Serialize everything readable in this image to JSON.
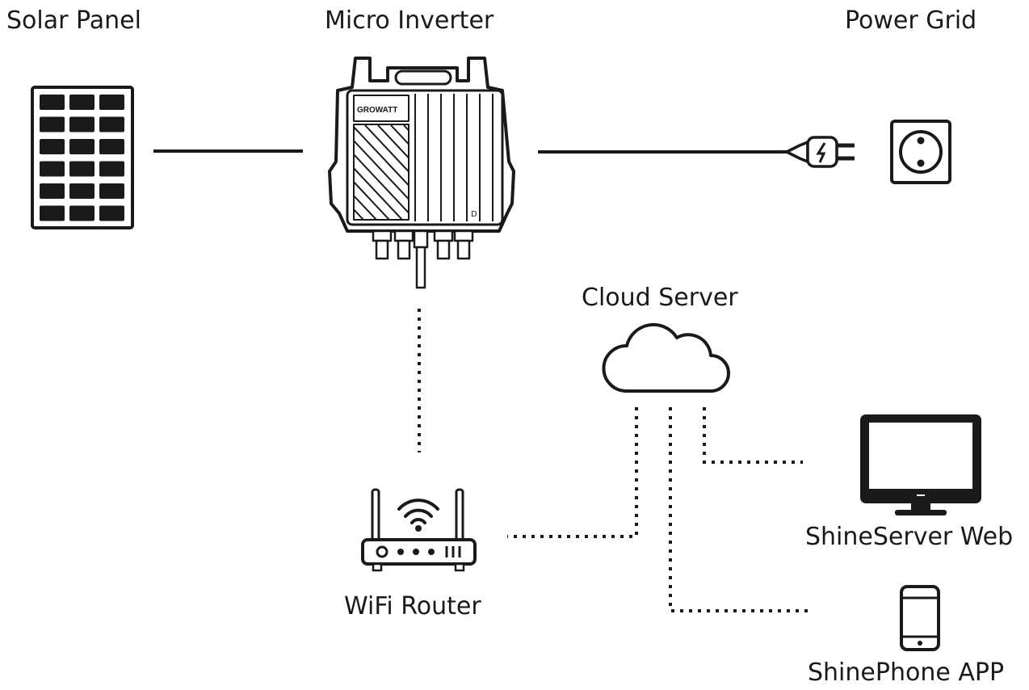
{
  "labels": {
    "solar_panel": "Solar Panel",
    "micro_inverter": "Micro Inverter",
    "power_grid": "Power Grid",
    "cloud_server": "Cloud Server",
    "shineserver_web": "ShineServer Web",
    "wifi_router": "WiFi Router",
    "shinephone_app": "ShinePhone APP"
  },
  "inverter_brand": "GROWATT",
  "colors": {
    "ink": "#1a1a1a",
    "background": "#ffffff"
  },
  "icons": [
    "solar-panel-icon",
    "micro-inverter-icon",
    "plug-icon",
    "wall-socket-icon",
    "cloud-icon",
    "wifi-router-icon",
    "monitor-icon",
    "smartphone-icon"
  ]
}
